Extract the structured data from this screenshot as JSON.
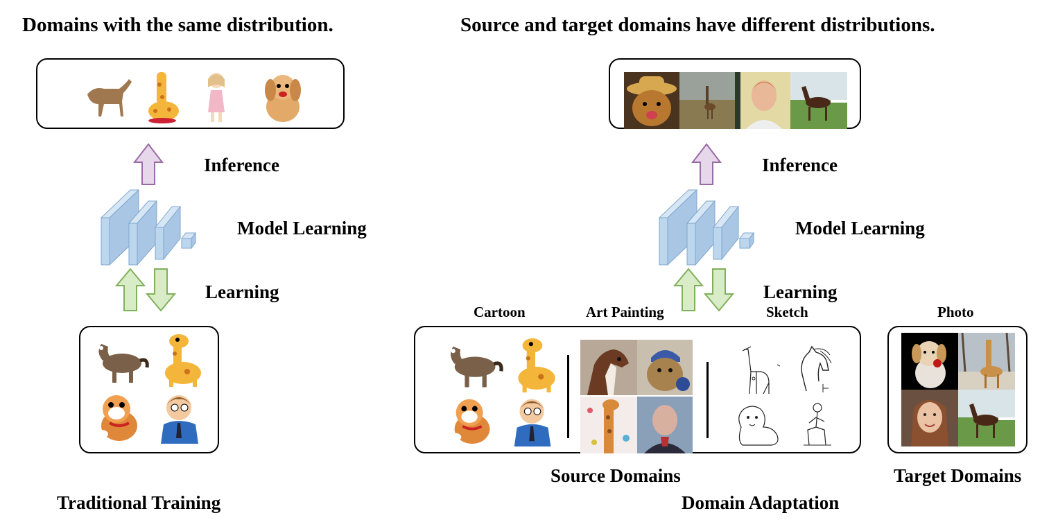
{
  "left": {
    "title": "Domains with the same distribution.",
    "inference": "Inference",
    "model_learning": "Model Learning",
    "learning": "Learning",
    "caption": "Traditional Training"
  },
  "right": {
    "title": "Source and target domains have different distributions.",
    "inference": "Inference",
    "model_learning": "Model Learning",
    "learning": "Learning",
    "domain_labels": {
      "cartoon": "Cartoon",
      "art_painting": "Art Painting",
      "sketch": "Sketch",
      "photo": "Photo"
    },
    "source_caption": "Source Domains",
    "target_caption": "Target Domains",
    "caption": "Domain Adaptation"
  },
  "colors": {
    "inference_arrow": "#e6d7ea",
    "inference_arrow_stroke": "#9a6aa6",
    "learning_arrow": "#d8ecc8",
    "learning_arrow_stroke": "#7fb05a",
    "model_block": "#bcd6ee",
    "model_block_stroke": "#7ea6cc"
  },
  "icons": {
    "inference_arrow": "up-arrow-icon",
    "learning_arrows": "up-down-arrows-icon",
    "model": "neural-network-layers-icon"
  }
}
